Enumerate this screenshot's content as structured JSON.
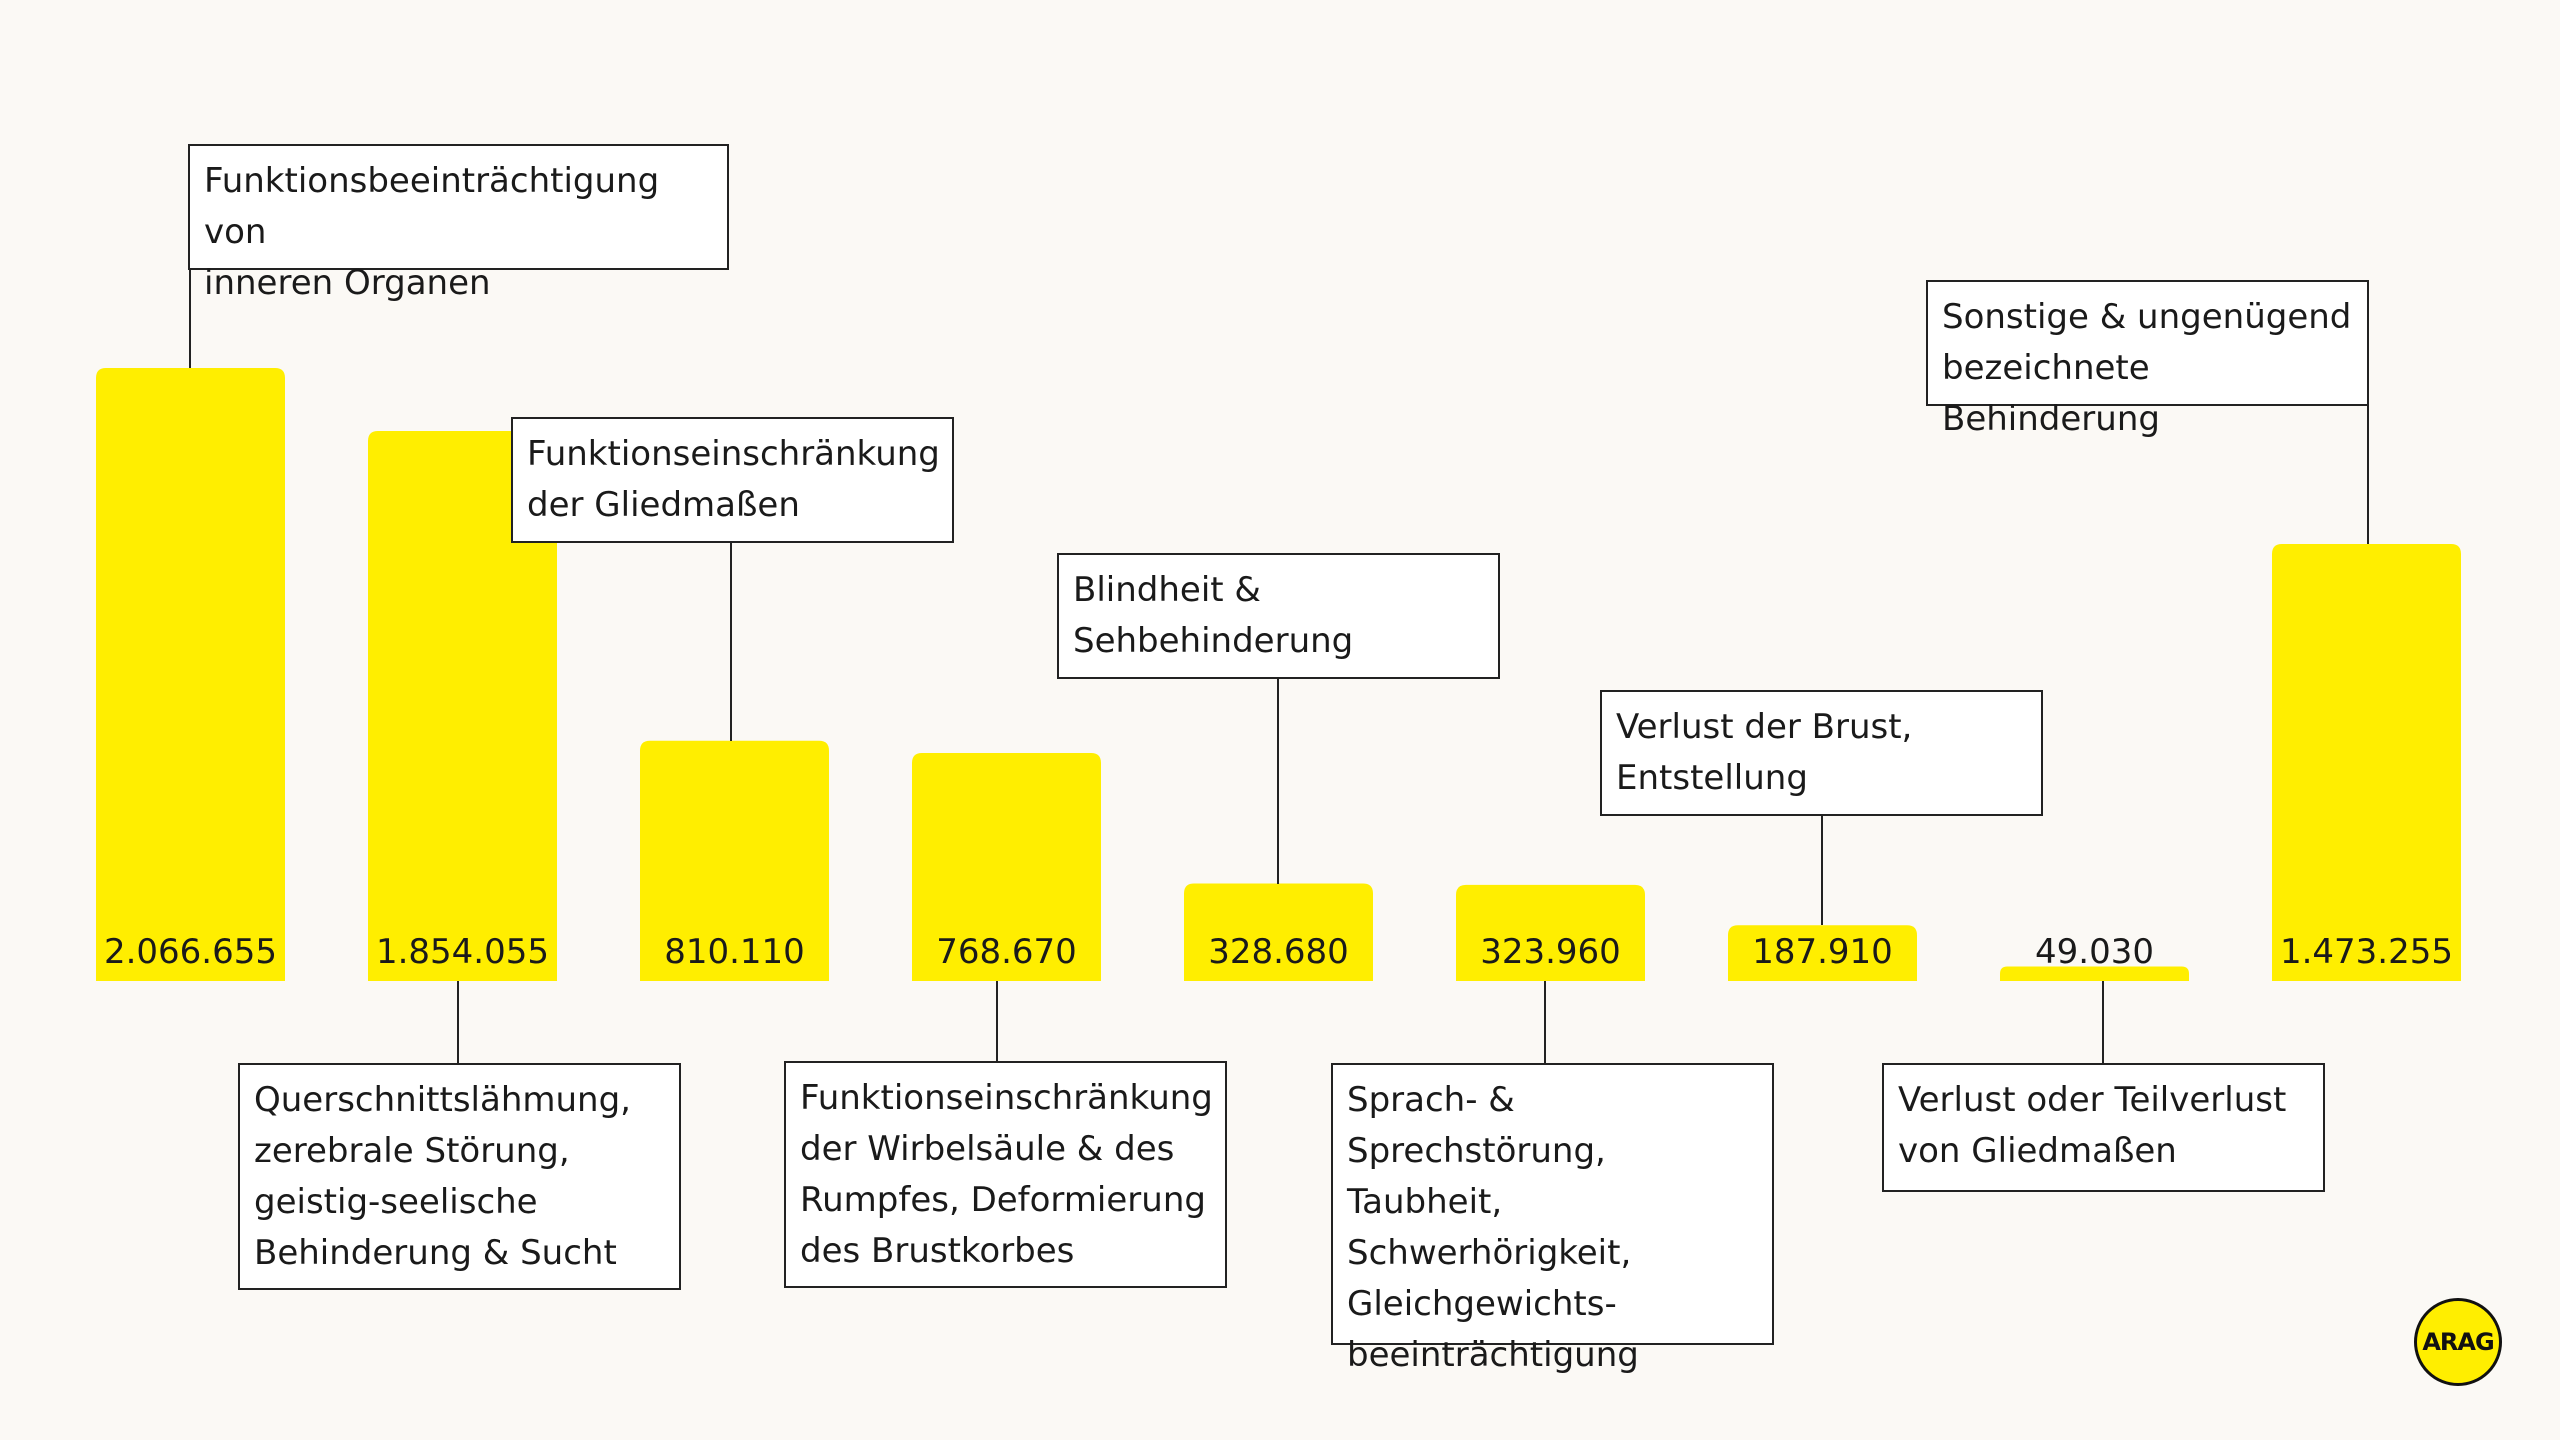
{
  "chart_data": {
    "type": "bar",
    "bar_color": "#ffee00",
    "categories": [
      "Funktionsbeeinträchtigung von inneren Organen",
      "Querschnittslähmung, zerebrale Störung, geistig-seelische Behinderung & Sucht",
      "Funktionseinschränkung der Gliedmaßen",
      "Funktionseinschränkung der Wirbelsäule & des Rumpfes, Deformierung des Brustkorbes",
      "Blindheit & Sehbehinderung",
      "Sprach- & Sprechstörung, Taubheit, Schwerhörigkeit, Gleichgewichts-beeinträchtigung",
      "Verlust der Brust, Entstellung",
      "Verlust oder Teilverlust von Gliedmaßen",
      "Sonstige & ungenügend bezeichnete Behinderung"
    ],
    "category_lines": [
      [
        "Funktionsbeeinträchtigung von",
        "inneren Organen"
      ],
      [
        "Querschnittslähmung,",
        "zerebrale Störung,",
        "geistig-seelische",
        "Behinderung & Sucht"
      ],
      [
        "Funktionseinschränkung",
        "der Gliedmaßen"
      ],
      [
        "Funktionseinschränkung",
        "der Wirbelsäule & des",
        "Rumpfes, Deformierung",
        "des Brustkorbes"
      ],
      [
        "Blindheit &",
        "Sehbehinderung"
      ],
      [
        "Sprach- &",
        "Sprechstörung, Taubheit,",
        "Schwerhörigkeit,",
        "Gleichgewichts-",
        "beeinträchtigung"
      ],
      [
        "Verlust der Brust,",
        "Entstellung"
      ],
      [
        "Verlust oder Teilverlust",
        "von Gliedmaßen"
      ],
      [
        "Sonstige & ungenügend",
        "bezeichnete Behinderung"
      ]
    ],
    "values": [
      2066655,
      1854055,
      810110,
      768670,
      328680,
      323960,
      187910,
      49030,
      1473255
    ],
    "value_labels": [
      "2.066.655",
      "1.854.055",
      "810.110",
      "768.670",
      "328.680",
      "323.960",
      "187.910",
      "49.030",
      "1.473.255"
    ],
    "label_positions": [
      "above",
      "below",
      "above",
      "below",
      "above",
      "below",
      "above",
      "below",
      "above"
    ],
    "title": "",
    "xlabel": "",
    "ylabel": "",
    "legend": "none",
    "grid": false
  },
  "brand": {
    "logo_text": "ARAG",
    "logo_color": "#ffee00"
  }
}
